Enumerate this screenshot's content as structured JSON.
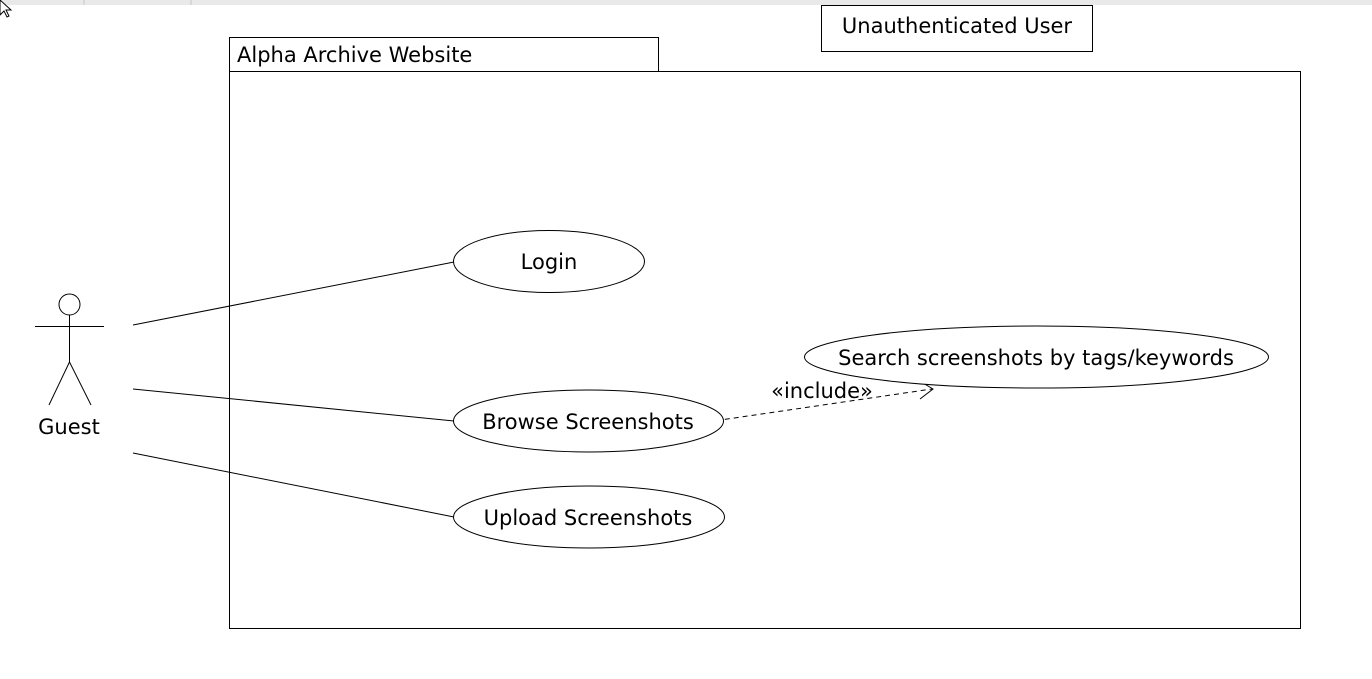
{
  "diagram": {
    "type": "uml-use-case",
    "note_label": "Unauthenticated User",
    "system": {
      "title": "Alpha Archive Website"
    },
    "actor": {
      "name": "Guest"
    },
    "use_cases": {
      "login": "Login",
      "browse": "Browse Screenshots",
      "upload": "Upload Screenshots",
      "search": "Search screenshots by tags/keywords"
    },
    "relationships": [
      {
        "from": "Guest",
        "to": "Login",
        "kind": "association"
      },
      {
        "from": "Guest",
        "to": "Browse Screenshots",
        "kind": "association"
      },
      {
        "from": "Guest",
        "to": "Upload Screenshots",
        "kind": "association"
      },
      {
        "from": "Browse Screenshots",
        "to": "Search screenshots by tags/keywords",
        "kind": "include"
      }
    ],
    "include_label": "«include»"
  },
  "colors": {
    "line": "#000000",
    "background": "#ffffff",
    "toolbar": "#e9e9e9"
  },
  "icons": {
    "cursor": "mouse-pointer-icon"
  }
}
